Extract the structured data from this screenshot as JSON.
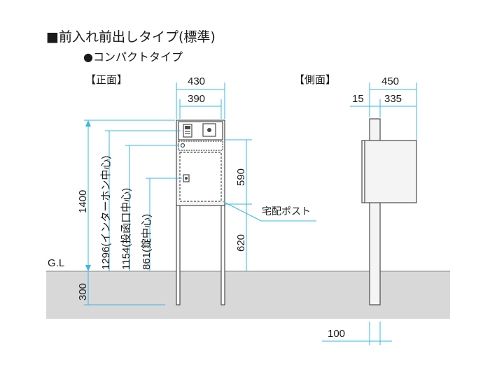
{
  "header": {
    "title": "■前入れ前出しタイプ(標準)",
    "subtitle": "●コンパクトタイプ"
  },
  "views": {
    "front_label": "【正面】",
    "side_label": "【側面】"
  },
  "front_dims": {
    "total_width": "430",
    "inner_width": "390",
    "total_height": "1400",
    "intercom_center": "1296(インターホン中心)",
    "slot_center": "1154(投函口中心)",
    "lock_center": "861(錠中心)",
    "box_height": "590",
    "lower_height": "620",
    "embed_depth": "300"
  },
  "side_dims": {
    "total_depth": "450",
    "post_offset": "15",
    "box_depth": "335",
    "post_width": "100"
  },
  "labels": {
    "ground": "G.L",
    "mailbox": "宅配ポスト"
  },
  "colors": {
    "ground_fill": "#d8d8d8",
    "dimension_line": "#36b7e4",
    "outline": "#4a4a4a",
    "panel_fill": "#f4f4f4"
  }
}
